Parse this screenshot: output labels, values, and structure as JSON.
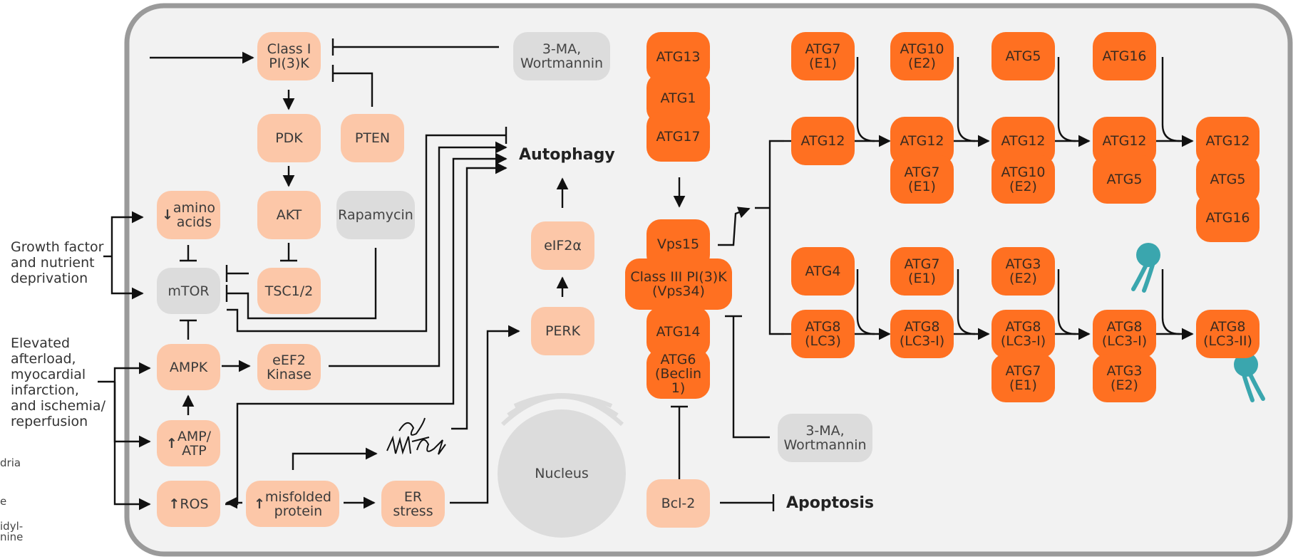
{
  "nodes": {
    "class1_pi3k": "Class I\nPI(3)K",
    "ma_wort_top": "3-MA,\nWortmannin",
    "pdk": "PDK",
    "pten": "PTEN",
    "akt": "AKT",
    "rapamycin": "Rapamycin",
    "amino_acids": "amino\nacids",
    "mtor": "mTOR",
    "tsc": "TSC1/2",
    "ampk": "AMPK",
    "eef2": "eEF2\nKinase",
    "amp_atp": "AMP/\nATP",
    "ros": "ROS",
    "misfolded": "misfolded\nprotein",
    "er_stress": "ER\nstress",
    "perk": "PERK",
    "eif2a": "eIF2α",
    "autophagy": "Autophagy",
    "nucleus": "Nucleus",
    "atg13": "ATG13",
    "atg1": "ATG1",
    "atg17": "ATG17",
    "vps15": "Vps15",
    "class3_pi3k": "Class III PI(3)K\n(Vps34)",
    "atg14": "ATG14",
    "atg6": "ATG6\n(Beclin 1)",
    "bcl2": "Bcl-2",
    "apoptosis": "Apoptosis",
    "ma_wort_bottom": "3-MA,\nWortmannin",
    "atg7_e1_a": "ATG7\n(E1)",
    "atg10_e2_a": "ATG10\n(E2)",
    "atg5_a": "ATG5",
    "atg16_a": "ATG16",
    "atg12_a": "ATG12",
    "atg12_b": "ATG12",
    "atg7_e1_b": "ATG7\n(E1)",
    "atg12_c": "ATG12",
    "atg10_e2_b": "ATG10\n(E2)",
    "atg12_d": "ATG12",
    "atg5_b": "ATG5",
    "atg12_e": "ATG12",
    "atg5_c": "ATG5",
    "atg16_b": "ATG16",
    "atg4": "ATG4",
    "atg7_e1_c": "ATG7\n(E1)",
    "atg3_e2_a": "ATG3\n(E2)",
    "atg8_lc3": "ATG8\n(LC3)",
    "atg8_lc3i_a": "ATG8\n(LC3-I)",
    "atg8_lc3i_b": "ATG8\n(LC3-I)",
    "atg7_e1_d": "ATG7\n(E1)",
    "atg8_lc3i_c": "ATG8\n(LC3-I)",
    "atg3_e2_b": "ATG3\n(E2)",
    "atg8_lc3ii": "ATG8\n(LC3-II)"
  },
  "side_labels": {
    "growth": "Growth factor\nand nutrient\ndeprivation",
    "elevated": "Elevated\nafterload,\nmyocardial\ninfarction,\nand ischemia/\nreperfusion"
  },
  "legend_cut": {
    "line1": "dria",
    "line2": "e",
    "line3": "idyl-\nnine"
  },
  "colors": {
    "peach": "#fcc7a8",
    "orange": "#ff7021",
    "grey": "#dcdcdc",
    "cell_fill": "#f2f2f2",
    "cell_border": "#9a9a9a",
    "lipid": "#3aa6ae"
  }
}
